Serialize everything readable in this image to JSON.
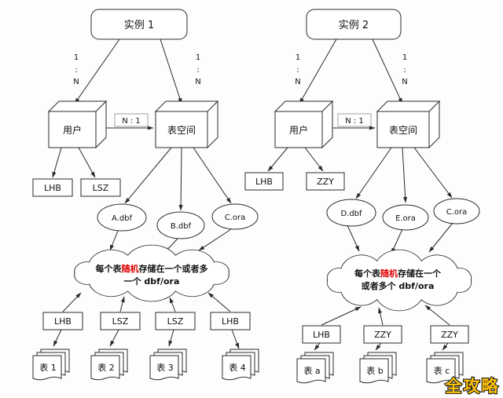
{
  "watermark": "全攻略",
  "connector_labels": {
    "one": "1",
    "colon": ":",
    "n": "N",
    "n_to_1": "N : 1"
  },
  "left": {
    "instance": "实例 1",
    "user": "用户",
    "tablespace": "表空间",
    "user_children": [
      "LHB",
      "LSZ"
    ],
    "files": [
      "A.dbf",
      "B.dbf",
      "C.ora"
    ],
    "cloud": {
      "prefix": "每个表",
      "highlight": "随机",
      "suffix": "存储在一个或者多",
      "line2": "一个 dbf/ora"
    },
    "table_boxes": [
      "LHB",
      "LSZ",
      "LSZ",
      "LHB"
    ],
    "tables": [
      "表 1",
      "表 2",
      "表 3",
      "表 4"
    ]
  },
  "right": {
    "instance": "实例 2",
    "user": "用户",
    "tablespace": "表空间",
    "user_children": [
      "LHB",
      "ZZY"
    ],
    "files": [
      "D.dbf",
      "E.ora",
      "C.ora"
    ],
    "cloud": {
      "prefix": "每个表",
      "highlight": "随机",
      "suffix": "存储在一个",
      "line2": "或者多个 dbf/ora"
    },
    "table_boxes": [
      "LHB",
      "ZZY",
      "ZZY"
    ],
    "tables": [
      "表 a",
      "表 b",
      "表 c"
    ]
  },
  "colors": {
    "accent_red": "#dd0000",
    "watermark_fill": "#ffc30b",
    "watermark_outline": "#161616",
    "stroke": "#2a2a2a"
  }
}
